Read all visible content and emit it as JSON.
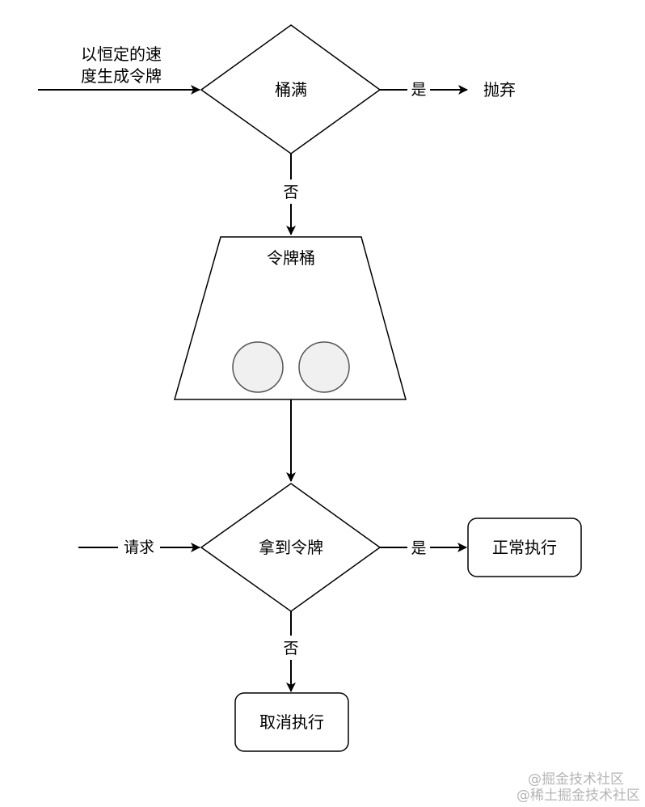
{
  "nodes": {
    "generate_rate": "以恒定的速度生成令牌",
    "generate_rate_line1": "以恒定的速",
    "generate_rate_line2": "度生成令牌",
    "bucket_full": "桶满",
    "discard": "抛弃",
    "token_bucket": "令牌桶",
    "request": "请求",
    "got_token": "拿到令牌",
    "execute_normally": "正常执行",
    "cancel_execution": "取消执行"
  },
  "edges": {
    "bucket_full_yes": "是",
    "bucket_full_no": "否",
    "got_token_yes": "是",
    "got_token_no": "否"
  },
  "watermarks": {
    "line1": "@掘金技术社区",
    "line2": "@稀土掘金技术社区"
  },
  "colors": {
    "stroke": "#000000",
    "token_fill": "#f0f0f0",
    "watermark": "#b5b5b5"
  }
}
